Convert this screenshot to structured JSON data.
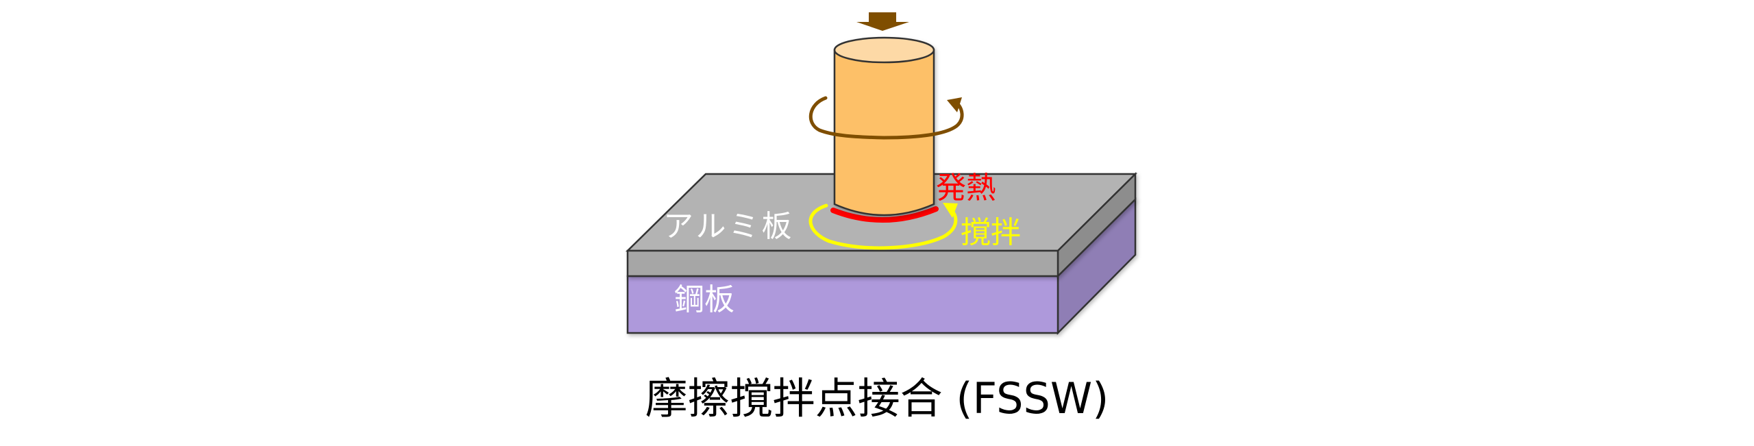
{
  "diagram": {
    "caption": "摩擦撹拌点接合 (FSSW)",
    "labels": {
      "aluminum_plate": "アルミ板",
      "steel_plate": "鋼板",
      "heat_generation": "発熱",
      "stirring": "撹拌"
    },
    "colors": {
      "aluminum_top": "#b3b3b3",
      "aluminum_front": "#a6a6a6",
      "aluminum_side": "#8d8d8d",
      "steel_front": "#ae99db",
      "steel_side": "#8f7eb5",
      "tool_body": "#fdc068",
      "tool_top": "#fdd9a6",
      "press_arrow": "#7f4e00",
      "rotation_arrow": "#7f4e00",
      "heat_band": "#ff0000",
      "stir_arrow": "#ffff00",
      "outline": "#333333"
    }
  }
}
